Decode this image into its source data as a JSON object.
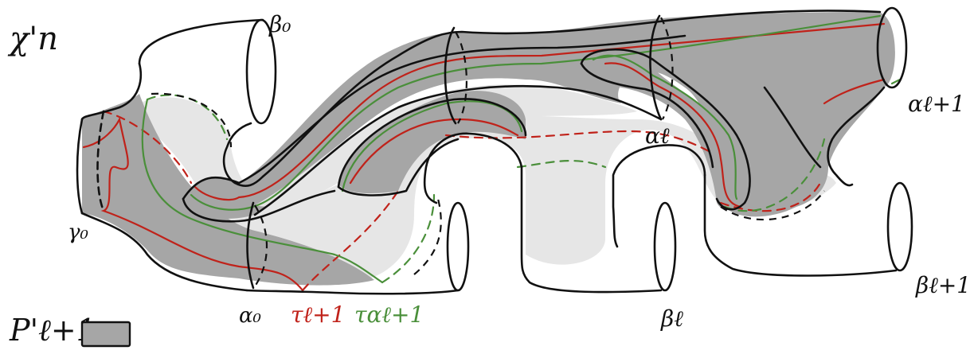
{
  "figure": {
    "title": "χ'n",
    "legend_label": "P'ℓ+1 :",
    "colors": {
      "region_fill": "#a6a6a6",
      "surface_light": "#e6e6e6",
      "outline": "#111111",
      "curve_red": "#c0221a",
      "curve_green": "#4a8f3a"
    }
  },
  "labels": {
    "beta0": "β₀",
    "gamma0": "γ₀",
    "alpha0": "α₀",
    "alpha_l": "αℓ",
    "alpha_l1": "αℓ+1",
    "beta_l": "βℓ",
    "beta_l1": "βℓ+1",
    "tau_l1": "τℓ+1",
    "tau_alpha_l1": "ταℓ+1"
  }
}
